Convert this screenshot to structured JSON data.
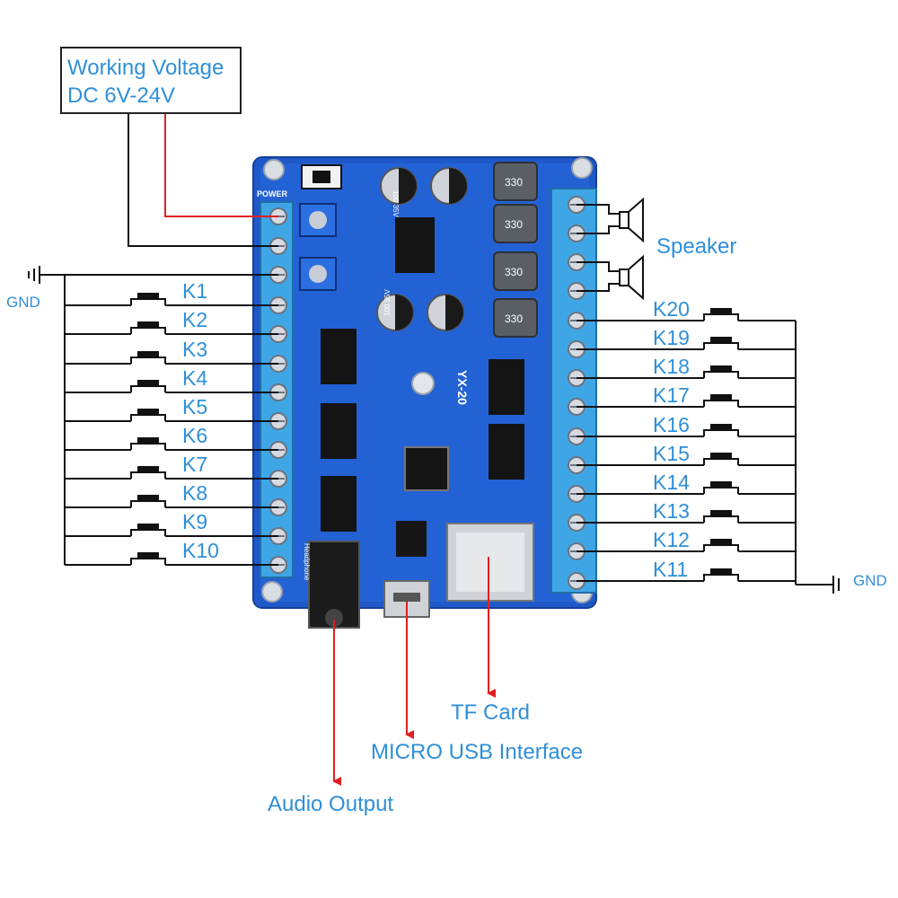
{
  "power_box": {
    "line1": "Working Voltage",
    "line2": "DC 6V-24V"
  },
  "left_gnd": "GND",
  "right_gnd": "GND",
  "speaker_label": "Speaker",
  "left_keys": [
    "K1",
    "K2",
    "K3",
    "K4",
    "K5",
    "K6",
    "K7",
    "K8",
    "K9",
    "K10"
  ],
  "right_keys": [
    "K20",
    "K19",
    "K18",
    "K17",
    "K16",
    "K15",
    "K14",
    "K13",
    "K12",
    "K11"
  ],
  "callouts": {
    "tf_card": "TF Card",
    "micro_usb": "MICRO USB Interface",
    "audio_output": "Audio Output"
  },
  "board": {
    "name": "YX-20",
    "power_silk": "POWER",
    "headphone_silk": "Headphone",
    "cap_label_top": "100 35V",
    "cap_label_bottom": "100 35V",
    "inductor_label": "330"
  },
  "colors": {
    "label_blue": "#2f8fd8",
    "pcb_blue": "#1f58c8",
    "terminal_blue": "#3fa6e6",
    "wire_red": "#e02020",
    "wire_black": "#111111"
  }
}
